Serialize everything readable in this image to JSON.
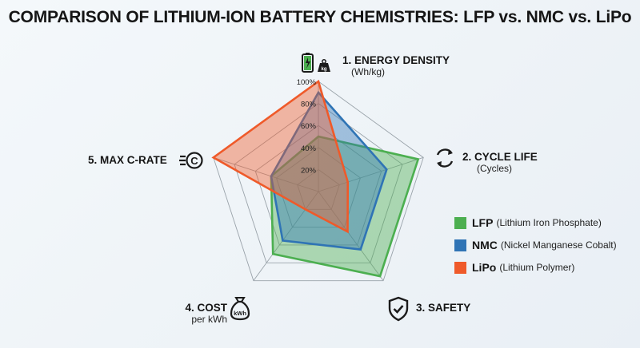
{
  "chart_data": {
    "type": "radar",
    "title": "COMPARISON OF LITHIUM-ION BATTERY CHEMISTRIES: LFP vs. NMC vs. LiPo",
    "axes": [
      {
        "label": "1. ENERGY DENSITY",
        "sublabel": "(Wh/kg)",
        "icon": "battery-weight-icon"
      },
      {
        "label": "2. CYCLE LIFE",
        "sublabel": "(Cycles)",
        "icon": "cycle-arrows-icon"
      },
      {
        "label": "3. SAFETY",
        "sublabel": "",
        "icon": "shield-check-icon"
      },
      {
        "label": "4. COST",
        "sublabel": "per kWh",
        "icon": "money-bag-kwh-icon"
      },
      {
        "label": "5. MAX C-RATE",
        "sublabel": "",
        "icon": "c-rate-icon"
      }
    ],
    "tick_labels": [
      "20%",
      "40%",
      "60%",
      "80%",
      "100%"
    ],
    "tick_values": [
      20,
      40,
      60,
      80,
      100
    ],
    "range": [
      0,
      100
    ],
    "series": [
      {
        "name": "LFP",
        "description": "(Lithium Iron Phosphate)",
        "color": "#4caf50",
        "values": [
          50,
          95,
          95,
          70,
          45
        ]
      },
      {
        "name": "NMC",
        "description": "(Nickel Manganese Cobalt)",
        "color": "#2f74b5",
        "values": [
          90,
          65,
          65,
          55,
          45
        ]
      },
      {
        "name": "LiPo",
        "description": "(Lithium Polymer)",
        "color": "#ef5a2a",
        "values": [
          100,
          28,
          45,
          20,
          100
        ]
      }
    ],
    "legend_position": "right",
    "grid": true
  }
}
